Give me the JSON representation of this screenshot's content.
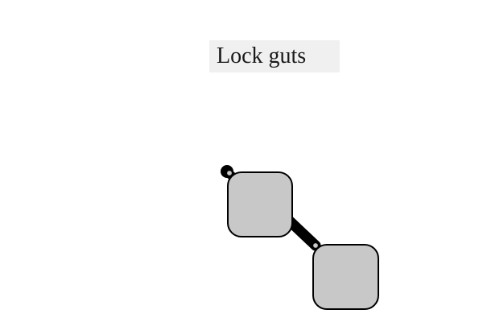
{
  "diagram": {
    "title": "Lock guts",
    "colors": {
      "background": "#ffffff",
      "title_background": "#f0f0f0",
      "node_fill": "#c8c8c8",
      "node_stroke": "#000000",
      "link": "#000000"
    },
    "nodes": [
      {
        "id": "node-1",
        "label": ""
      },
      {
        "id": "node-2",
        "label": ""
      }
    ],
    "links": [
      {
        "from": "node-1",
        "to": "node-2"
      }
    ]
  }
}
